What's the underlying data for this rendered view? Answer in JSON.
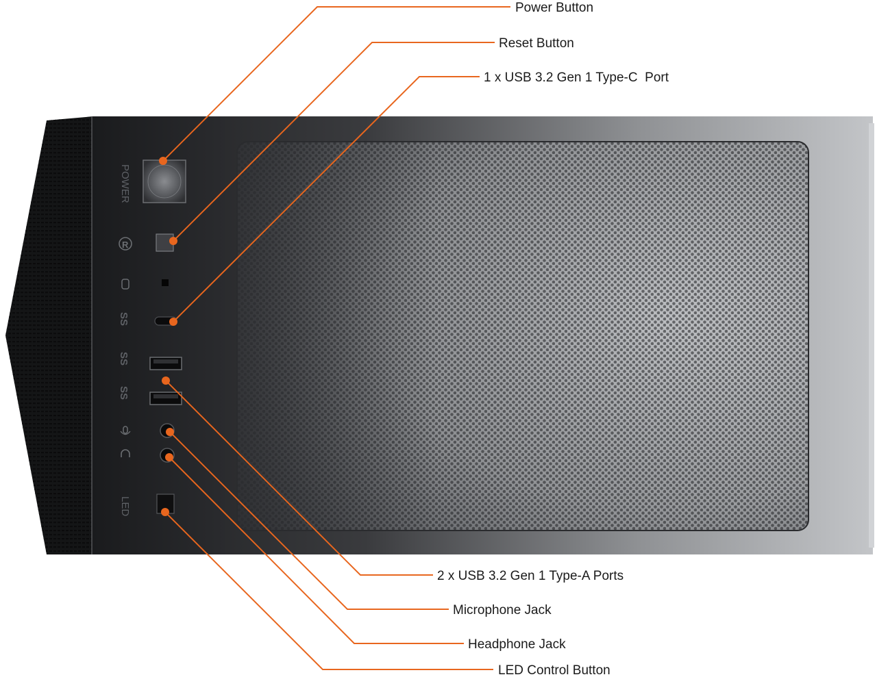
{
  "callouts": {
    "power_button": "Power Button",
    "reset_button": "Reset Button",
    "usb_c_port": "1 x USB 3.2 Gen 1 Type-C  Port",
    "usb_a_ports": "2 x USB 3.2 Gen 1 Type-A Ports",
    "microphone_jack": "Microphone Jack",
    "headphone_jack": "Headphone Jack",
    "led_control_button": "LED Control Button"
  },
  "panel_labels": {
    "power": "POWER",
    "led": "LED",
    "usb_symbol": "SS"
  },
  "colors": {
    "leader": "#e8661e",
    "case_dark": "#1e1f21",
    "case_mid": "#2c2d30",
    "mesh_light": "#a7a9ac",
    "text": "#1a1a1a"
  },
  "icons": {
    "reset": "reset-r-icon",
    "storage": "hdd-icon",
    "usb": "usb-superspeed-icon",
    "microphone": "microphone-icon",
    "headphone": "headphone-icon"
  }
}
